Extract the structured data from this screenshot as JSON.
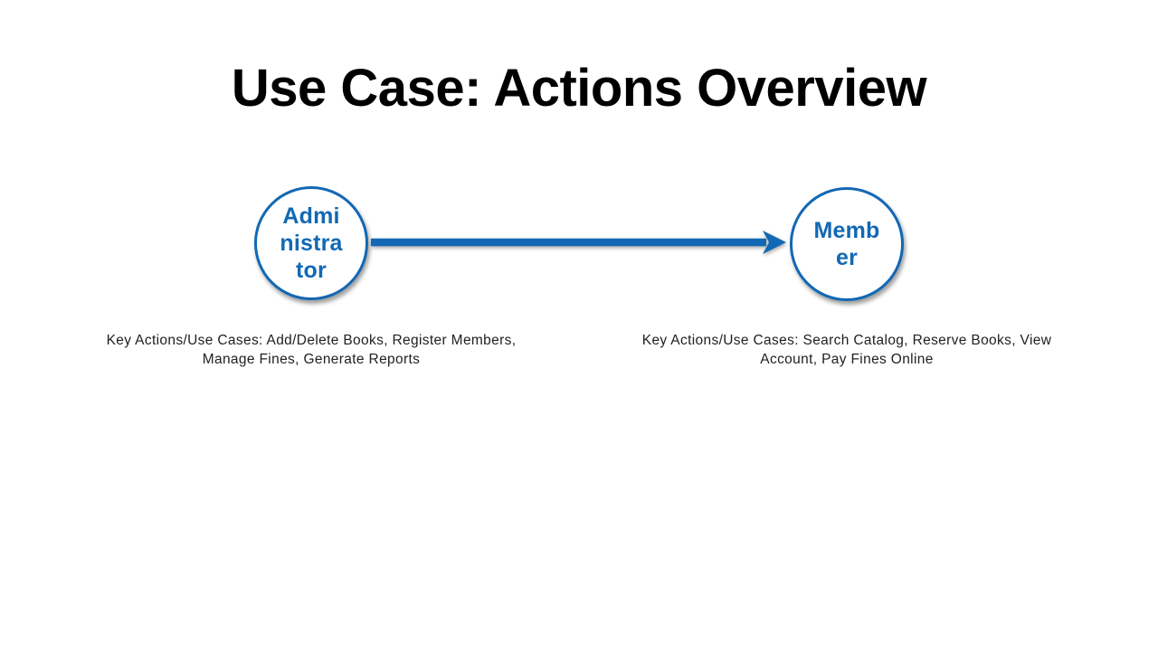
{
  "title": "Use Case: Actions Overview",
  "colors": {
    "accent": "#1268b4",
    "title": "#000000",
    "caption": "#212121",
    "background": "#ffffff"
  },
  "actors": {
    "admin": {
      "label": "Admi\nnistra\ntor",
      "name": "Administrator",
      "caption": "Key Actions/Use Cases: Add/Delete Books, Register Members,\nManage Fines, Generate Reports"
    },
    "member": {
      "label": "Memb\ner",
      "name": "Member",
      "caption": "Key Actions/Use Cases: Search Catalog, Reserve Books, View\nAccount, Pay Fines Online"
    }
  },
  "connector": {
    "direction": "left-to-right"
  }
}
